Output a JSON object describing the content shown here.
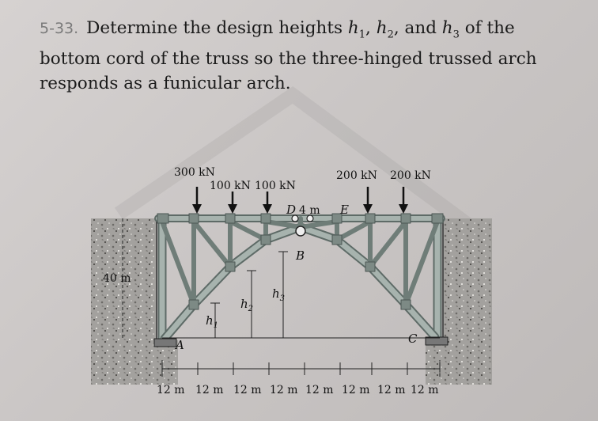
{
  "problem": {
    "number": "5-33.",
    "text_before": "Determine the design heights ",
    "h1": "h",
    "h1_sub": "1",
    "sep1": ", ",
    "h2": "h",
    "h2_sub": "2",
    "sep2": ", and ",
    "h3": "h",
    "h3_sub": "3",
    "text_after_1": " of the",
    "line2": "bottom cord of the truss so the three-hinged trussed arch",
    "line3": "responds as a funicular arch."
  },
  "figure": {
    "loads": [
      "300 kN",
      "100 kN",
      "100 kN",
      "200 kN",
      "200 kN"
    ],
    "labels": {
      "D": "D",
      "dim_4m": "4 m",
      "E": "E",
      "B": "B",
      "A": "A",
      "C": "C",
      "height": "40 m",
      "h1": "h",
      "h1_sub": "1",
      "h2": "h",
      "h2_sub": "2",
      "h3": "h",
      "h3_sub": "3"
    },
    "spans": [
      "12 m",
      "12 m",
      "12 m",
      "12 m",
      "12 m",
      "12 m",
      "12 m",
      "12 m"
    ],
    "colors": {
      "truss_steel": "#8f9d98",
      "truss_dark": "#5e6b67",
      "soil": "#9e9c99",
      "ink": "#111111"
    }
  }
}
